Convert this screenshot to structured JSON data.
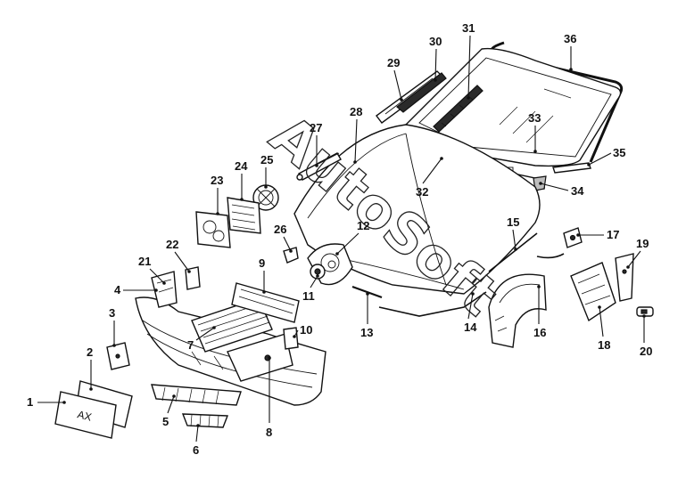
{
  "watermark": "AutoSoft",
  "plate_text": "AX",
  "callouts": [
    "1",
    "2",
    "3",
    "4",
    "5",
    "6",
    "7",
    "8",
    "9",
    "10",
    "11",
    "12",
    "13",
    "14",
    "15",
    "16",
    "17",
    "18",
    "19",
    "20",
    "21",
    "22",
    "23",
    "24",
    "25",
    "26",
    "27",
    "28",
    "29",
    "30",
    "31",
    "32",
    "33",
    "34",
    "35",
    "36"
  ]
}
